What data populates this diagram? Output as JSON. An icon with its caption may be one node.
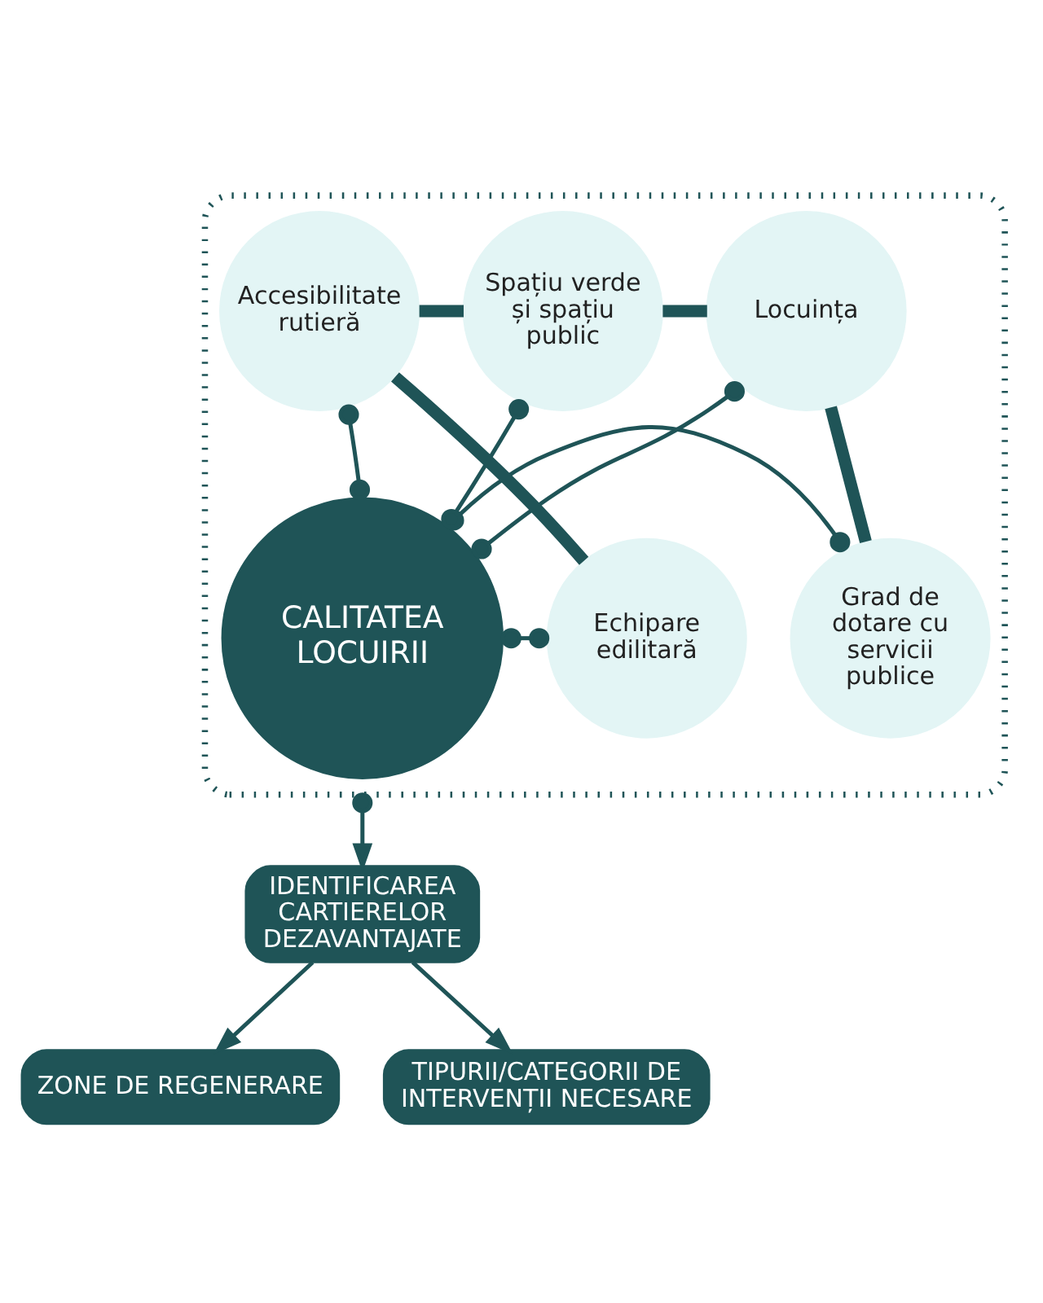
{
  "diagram": {
    "nodes": [
      {
        "text": [],
        "shape": "ellipse"
      },
      {
        "text": [
          "CALITATEA LOCUIRII"
        ],
        "in": 0
      },
      {
        "text": [
          "Grad de dotare cu servicii publice"
        ],
        "in": 0
      },
      {
        "text": [
          "Locuința"
        ],
        "in": 0
      },
      {
        "text": [
          "Spațiu verde și spațiu public"
        ],
        "in": 0
      },
      {
        "text": [
          "Accesibilitate rutieră"
        ],
        "in": 0
      },
      {
        "text": [
          "Echipare edilitară"
        ],
        "in": 0
      },
      {
        "text": [
          "IDENTIFICAREA CARTIERELOR DEZAVANTAJATE"
        ]
      },
      {
        "text": [
          "ZONE DE REGENERARE"
        ]
      },
      {
        "text": [
          "TIPURII/CATEGORII DE INTERVENȚII NECESARE"
        ]
      }
    ],
    "edges": [
      {
        "from": 1,
        "to": 2,
        "arrow": "other"
      },
      {
        "from": 1,
        "to": 3,
        "arrow": "other"
      },
      {
        "from": 1,
        "to": 4,
        "arrow": "other"
      },
      {
        "from": 1,
        "to": 5,
        "arrow": "other"
      },
      {
        "from": 1,
        "to": 6,
        "arrow": "other"
      },
      {
        "from": 2,
        "to": 3,
        "arrow": "none",
        "style": "thick"
      },
      {
        "from": 3,
        "to": 4,
        "arrow": "none",
        "style": "thick"
      },
      {
        "from": 4,
        "to": 5,
        "arrow": "none",
        "style": "thick"
      },
      {
        "from": 5,
        "to": 6,
        "arrow": "none",
        "style": "thick"
      },
      {
        "from": 0,
        "to": 7,
        "arrow": "to"
      },
      {
        "from": 7,
        "to": 8,
        "arrow": "to"
      },
      {
        "from": 7,
        "to": 9,
        "arrow": "to"
      }
    ]
  }
}
